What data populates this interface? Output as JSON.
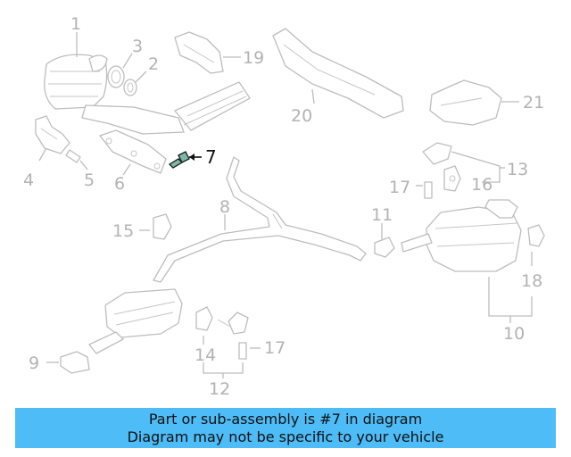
{
  "callouts": {
    "c1": "1",
    "c2": "2",
    "c3": "3",
    "c4": "4",
    "c5": "5",
    "c6": "6",
    "c7": "7",
    "c8": "8",
    "c9": "9",
    "c10": "10",
    "c11": "11",
    "c12": "12",
    "c13": "13",
    "c14": "14",
    "c15": "15",
    "c16": "16",
    "c17a": "17",
    "c17b": "17",
    "c18": "18",
    "c19": "19",
    "c20": "20",
    "c21": "21"
  },
  "highlighted_part": "7",
  "banner": {
    "line1": "Part or sub-assembly is #7 in diagram",
    "line2": "Diagram may not be specific to your vehicle"
  },
  "colors": {
    "banner_bg": "#4dbcf7",
    "highlight_part": "#7bb9a6",
    "line_art": "#bdbdbd"
  }
}
